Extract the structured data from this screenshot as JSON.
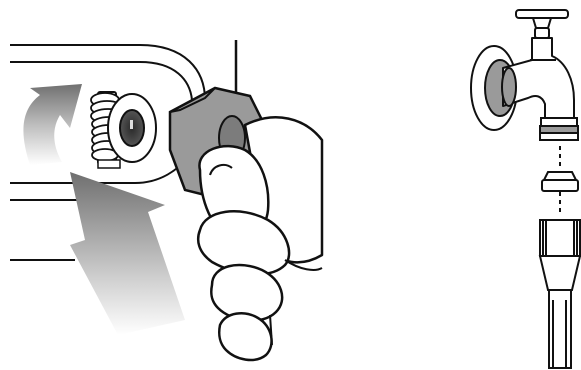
{
  "figure": {
    "panels": [
      {
        "id": "left",
        "depicts": [
          "hose-connector",
          "rotation-arrow",
          "push-arrow",
          "coupling-nut",
          "hand"
        ]
      },
      {
        "id": "right",
        "depicts": [
          "water-tap",
          "tap-handle",
          "threaded-spout",
          "washer",
          "hose-end",
          "dashed-guide"
        ]
      }
    ],
    "colors": {
      "line": "#111111",
      "fill": "#ffffff",
      "mid_gray": "#9a9a9a",
      "dark_gray": "#6f6f6f",
      "arrow_gray": "#7a7a7a"
    }
  }
}
